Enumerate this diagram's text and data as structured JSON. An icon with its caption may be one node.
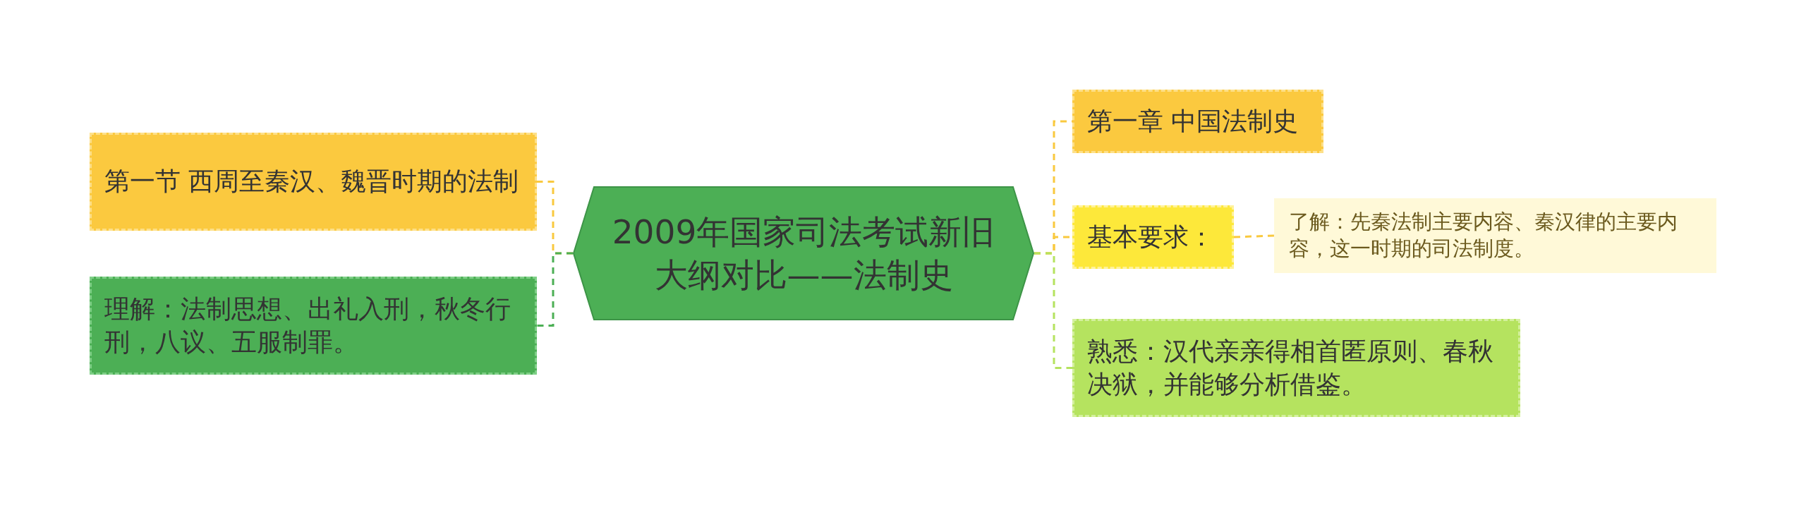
{
  "diagram": {
    "nodes": [
      {
        "text": [
          "2009年国家司法考试新旧大纲对比——法制史"
        ]
      },
      {
        "text": [
          "第一节 西周至秦汉、魏晋时期的法制"
        ]
      },
      {
        "text": [
          "理解：法制思想、出礼入刑，秋冬行刑，八议、五服制罪。"
        ]
      },
      {
        "text": [
          "第一章 中国法制史"
        ]
      },
      {
        "text": [
          "基本要求："
        ]
      },
      {
        "text": [
          "了解：先秦法制主要内容、秦汉律的主要内容，这一时期的司法制度。"
        ]
      },
      {
        "text": [
          "熟悉：汉代亲亲得相首匿原则、春秋决狱，并能够分析借鉴。"
        ]
      }
    ],
    "edges": [
      {
        "from": 0,
        "to": 1,
        "arrow": "none",
        "style": "dashed"
      },
      {
        "from": 0,
        "to": 2,
        "arrow": "none",
        "style": "dashed",
        "color": "#4caf55"
      },
      {
        "from": 0,
        "to": 3,
        "arrow": "none",
        "style": "dashed"
      },
      {
        "from": 0,
        "to": 4,
        "arrow": "none",
        "style": "dashed"
      },
      {
        "from": 4,
        "to": 5,
        "arrow": "none",
        "style": "dashed"
      },
      {
        "from": 0,
        "to": 6,
        "arrow": "none",
        "style": "dashed",
        "color": "#b5e35f"
      }
    ]
  }
}
